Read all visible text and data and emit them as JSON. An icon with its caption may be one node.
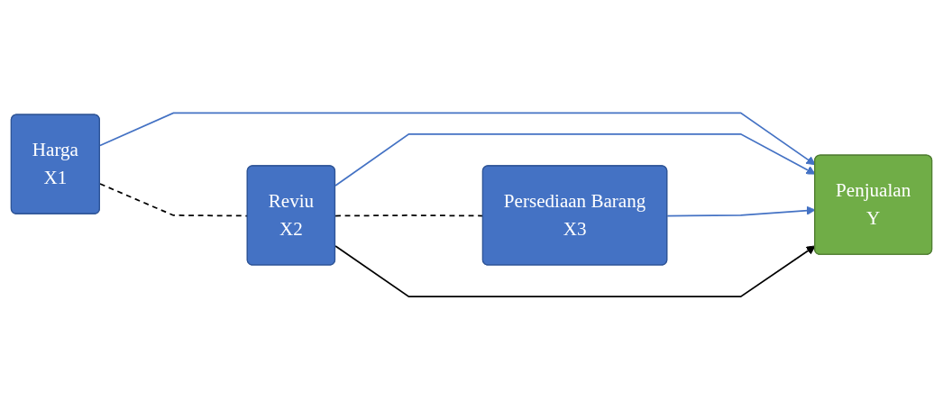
{
  "diagram": {
    "nodes": [
      {
        "text": [
          "Harga",
          "X1"
        ]
      },
      {
        "text": [
          "Reviu",
          "X2"
        ]
      },
      {
        "text": [
          "Persediaan Barang",
          "X3"
        ]
      },
      {
        "text": [
          "Penjualan",
          "Y"
        ]
      }
    ],
    "edges": [
      {
        "from": 0,
        "to": 3,
        "arrow": "to"
      },
      {
        "from": 1,
        "to": 3,
        "arrow": "to"
      },
      {
        "from": 2,
        "to": 3,
        "arrow": "to"
      },
      {
        "from": 0,
        "to": 1,
        "arrow": "none",
        "style": "dashed",
        "color": "#000000"
      },
      {
        "from": 1,
        "to": 2,
        "arrow": "none",
        "style": "dashed",
        "color": "#000000"
      },
      {
        "from": 1,
        "to": 3,
        "arrow": "to",
        "color": "#000000"
      }
    ]
  }
}
